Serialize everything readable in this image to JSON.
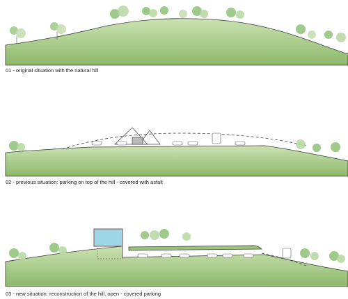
{
  "panels": [
    {
      "caption": "01 - original situation with the natural hill"
    },
    {
      "caption": "02 - previous situation: parking on top of the hill - covered with asfalt"
    },
    {
      "caption": "03 - new situation: reconstruction of the hill, open - covered parking"
    }
  ],
  "colors": {
    "hill_fill": "#a3c77a",
    "hill_top": "#c8dfae",
    "hill_outline": "#3a3a3a",
    "tree": "#8fbf78",
    "tree_light": "#bfdcad",
    "glass": "#9fd6e6",
    "roof": "#8b4a4a"
  }
}
